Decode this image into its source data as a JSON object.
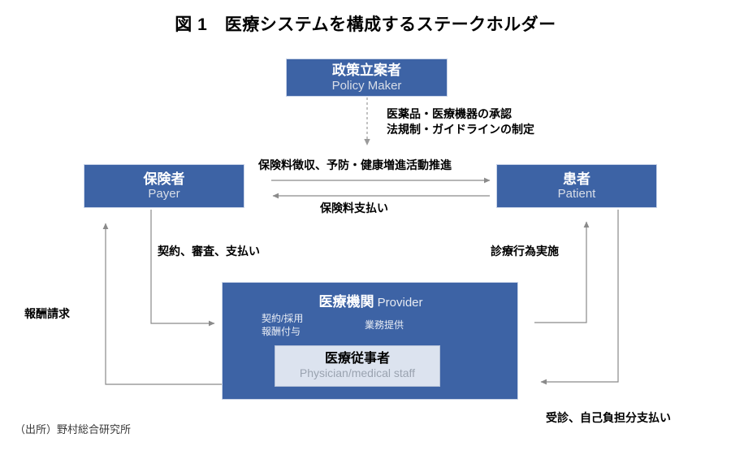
{
  "figure": {
    "title": "図 1　医療システムを構成するステークホルダー",
    "source": "（出所）野村総合研究所"
  },
  "nodes": {
    "policy_maker": {
      "jp": "政策立案者",
      "en": "Policy Maker"
    },
    "payer": {
      "jp": "保険者",
      "en": "Payer"
    },
    "patient": {
      "jp": "患者",
      "en": "Patient"
    },
    "provider": {
      "jp": "医療機関",
      "en": "Provider"
    },
    "staff": {
      "jp": "医療従事者",
      "en": "Physician/medical staff"
    }
  },
  "edges": {
    "approval": "医薬品・医療機器の承認\n法規制・ガイドラインの制定",
    "premium_collect": "保険料徴収、予防・健康増進活動推進",
    "premium_pay": "保険料支払い",
    "contract_review": "契約、審査、支払い",
    "reward_claim": "報酬請求",
    "medical_act": "診療行為実施",
    "visit_copay": "受診、自己負担分支払い",
    "contract_hire": "契約/採用\n報酬付与",
    "service_provide": "業務提供"
  },
  "colors": {
    "box_blue": "#3d63a5",
    "inner_box": "#dce3ef",
    "arrow_gray": "#808080",
    "text_white": "#ffffff",
    "text_muted": "#d9dee8"
  }
}
